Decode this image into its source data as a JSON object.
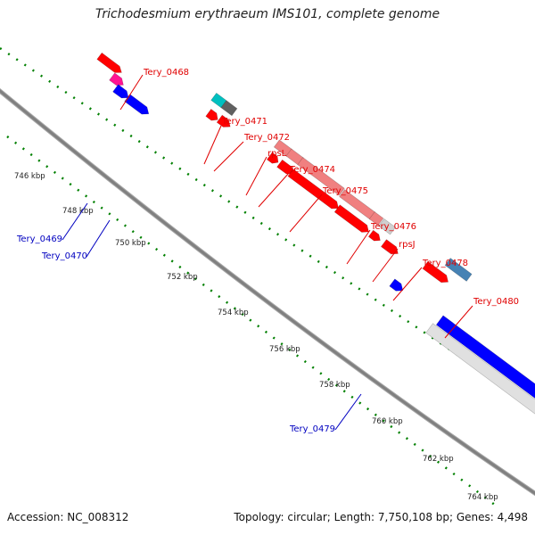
{
  "title": "Trichodesmium erythraeum IMS101, complete genome",
  "footer": {
    "accession": "Accession: NC_008312",
    "summary": "Topology: circular; Length: 7,750,108 bp; Genes: 4,498"
  },
  "colors": {
    "forward_label": "#e00000",
    "reverse_label": "#0000c0",
    "backbone": "#808080",
    "ticks": "#008000"
  },
  "tick_labels": [
    "746 kbp",
    "748 kbp",
    "750 kbp",
    "752 kbp",
    "754 kbp",
    "756 kbp",
    "758 kbp",
    "760 kbp",
    "762 kbp",
    "764 kbp"
  ],
  "gene_labels": [
    {
      "text": "Tery_0468",
      "strand": "forward"
    },
    {
      "text": "Tery_0471",
      "strand": "forward"
    },
    {
      "text": "Tery_0472",
      "strand": "forward"
    },
    {
      "text": "rpsL",
      "strand": "forward"
    },
    {
      "text": "Tery_0474",
      "strand": "forward"
    },
    {
      "text": "Tery_0475",
      "strand": "forward"
    },
    {
      "text": "Tery_0476",
      "strand": "forward"
    },
    {
      "text": "rpsJ",
      "strand": "forward"
    },
    {
      "text": "Tery_0478",
      "strand": "forward"
    },
    {
      "text": "Tery_0480",
      "strand": "forward"
    },
    {
      "text": "Tery_0469",
      "strand": "reverse"
    },
    {
      "text": "Tery_0470",
      "strand": "reverse"
    },
    {
      "text": "Tery_0479",
      "strand": "reverse"
    }
  ]
}
